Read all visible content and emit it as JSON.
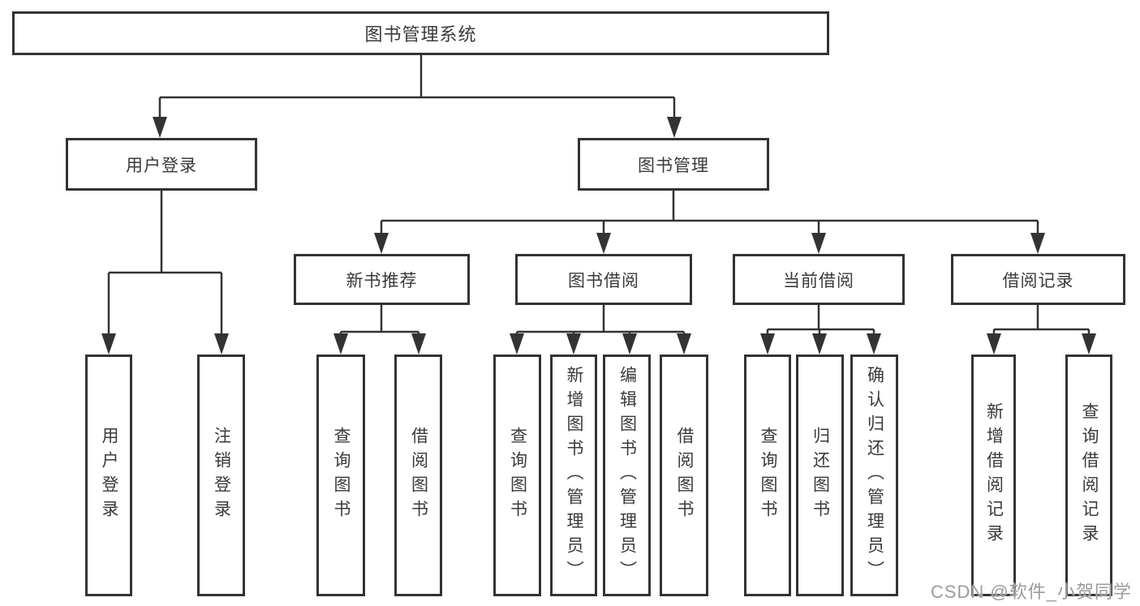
{
  "colors": {
    "line": "#333333",
    "box_border": "#333333",
    "text": "#3a3a3a",
    "watermark": "#9b9b9b",
    "background": "#ffffff"
  },
  "watermark": "CSDN @软件_小贺同学",
  "tree": {
    "root": "图书管理系统",
    "level2": {
      "user_login": "用户登录",
      "book_mgmt": "图书管理"
    },
    "user_login_children": [
      "用户登录",
      "注销登录"
    ],
    "book_mgmt_children": [
      "新书推荐",
      "图书借阅",
      "当前借阅",
      "借阅记录"
    ],
    "new_book_children": [
      "查询图书",
      "借阅图书"
    ],
    "book_borrow_children": [
      "查询图书",
      "新增图书（管理员）",
      "编辑图书（管理员）",
      "借阅图书"
    ],
    "current_borrow_children": [
      "查询图书",
      "归还图书",
      "确认归还（管理员）"
    ],
    "borrow_record_children": [
      "新增借阅记录",
      "查询借阅记录"
    ]
  }
}
